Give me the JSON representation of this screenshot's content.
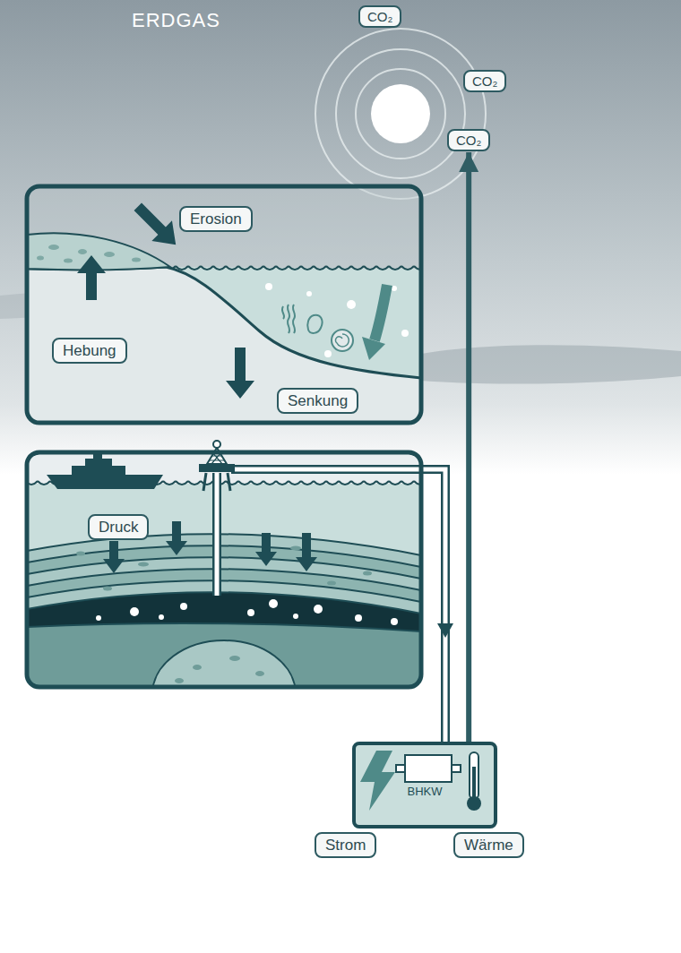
{
  "diagram": {
    "title": "ERDGAS",
    "nodes": [
      {
        "text": [
          "CO₂"
        ]
      },
      {
        "text": [
          "CO₂"
        ]
      },
      {
        "text": [
          "CO₂"
        ]
      },
      {
        "text": [
          "Erosion"
        ]
      },
      {
        "text": [
          "Hebung"
        ]
      },
      {
        "text": [
          "Senkung"
        ]
      },
      {
        "text": [
          "Druck"
        ]
      },
      {
        "text": [
          "BHKW"
        ]
      },
      {
        "text": [
          "Strom"
        ]
      },
      {
        "text": [
          "Wärme"
        ]
      }
    ],
    "edges": [
      {
        "from": 7,
        "to": 2,
        "arrow": "to"
      }
    ]
  }
}
